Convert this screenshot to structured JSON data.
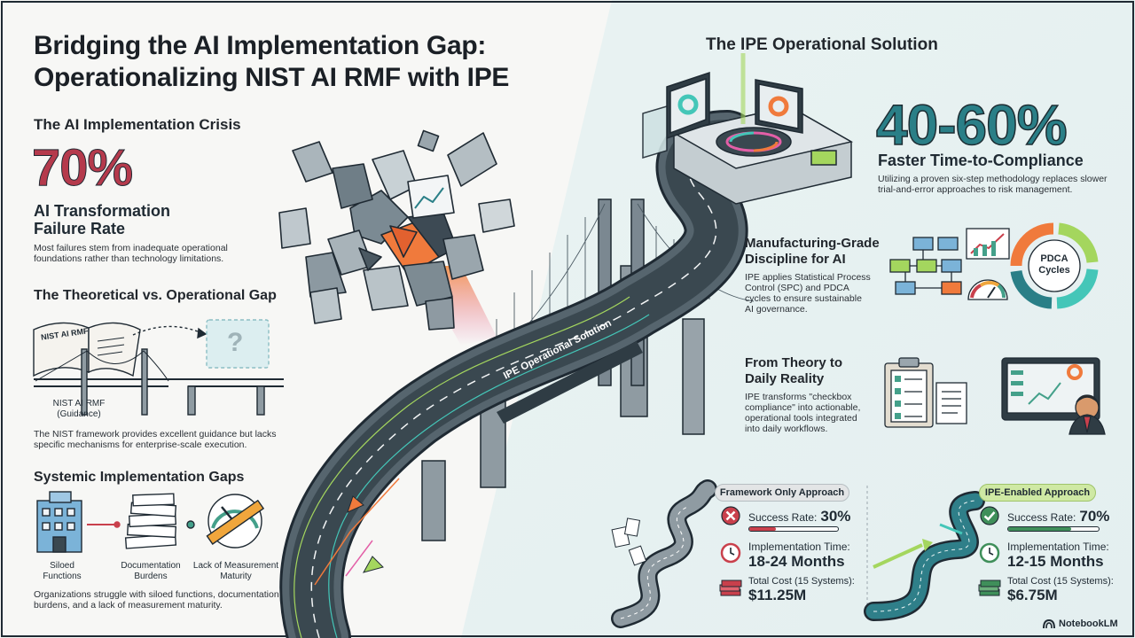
{
  "title": {
    "line1": "Bridging the AI Implementation Gap:",
    "line2": "Operationalizing NIST AI RMF with IPE"
  },
  "crisis": {
    "heading": "The AI Implementation Crisis",
    "stat": "70%",
    "stat_label_1": "AI Transformation",
    "stat_label_2": "Failure Rate",
    "desc_1": "Most failures stem from inadequate operational",
    "desc_2": "foundations rather than technology limitations."
  },
  "gap": {
    "heading": "The Theoretical vs. Operational Gap",
    "book_text": "NIST AI RMF",
    "question": "?",
    "bridge_label_1": "NIST AI RMF",
    "bridge_label_2": "(Guidance)",
    "desc_1": "The NIST framework provides excellent guidance but lacks",
    "desc_2": "specific mechanisms for enterprise-scale execution."
  },
  "systemic": {
    "heading": "Systemic Implementation Gaps",
    "items": [
      {
        "label_1": "Siloed",
        "label_2": "Functions",
        "icon": "building-icon"
      },
      {
        "label_1": "Documentation",
        "label_2": "Burdens",
        "icon": "document-stack-icon"
      },
      {
        "label_1": "Lack of Measurement",
        "label_2": "Maturity",
        "icon": "broken-gauge-icon"
      }
    ],
    "desc_1": "Organizations struggle with siloed functions, documentation",
    "desc_2": "burdens, and a lack of measurement maturity."
  },
  "road_label": "IPE Operational Solution",
  "solution": {
    "heading": "The IPE Operational Solution",
    "stat": "40-60%",
    "stat_label": "Faster Time-to-Compliance",
    "desc_1": "Utilizing a proven six-step methodology replaces slower",
    "desc_2": "trial-and-error approaches to risk management."
  },
  "manufacturing": {
    "heading_1": "Manufacturing-Grade",
    "heading_2": "Discipline for AI",
    "desc_1": "IPE applies Statistical Process",
    "desc_2": "Control (SPC) and PDCA",
    "desc_3": "cycles to ensure sustainable",
    "desc_4": "AI governance.",
    "cycle_label_1": "PDCA",
    "cycle_label_2": "Cycles"
  },
  "theory": {
    "heading_1": "From Theory to",
    "heading_2": "Daily Reality",
    "desc_1": "IPE transforms \"checkbox",
    "desc_2": "compliance\" into actionable,",
    "desc_3": "operational tools integrated",
    "desc_4": "into daily workflows."
  },
  "comparison": {
    "framework": {
      "pill": "Framework Only Approach",
      "success_label": "Success Rate:",
      "success_value": "30%",
      "success_fraction": 0.3,
      "time_label": "Implementation Time:",
      "time_value": "18-24 Months",
      "cost_label": "Total Cost (15 Systems):",
      "cost_value": "$11.25M"
    },
    "ipe": {
      "pill": "IPE-Enabled Approach",
      "success_label": "Success Rate:",
      "success_value": "70%",
      "success_fraction": 0.7,
      "time_label": "Implementation Time:",
      "time_value": "12-15 Months",
      "cost_label": "Total Cost (15 Systems):",
      "cost_value": "$6.75M"
    }
  },
  "brand": "NotebookLM",
  "colors": {
    "red_accent": "#b53a4c",
    "teal_accent": "#2a7f87",
    "framework_pill": "#e3e5e6",
    "ipe_pill": "#cfe9a4",
    "bad_bar": "#c9404c",
    "good_bar": "#3f8f5a"
  }
}
